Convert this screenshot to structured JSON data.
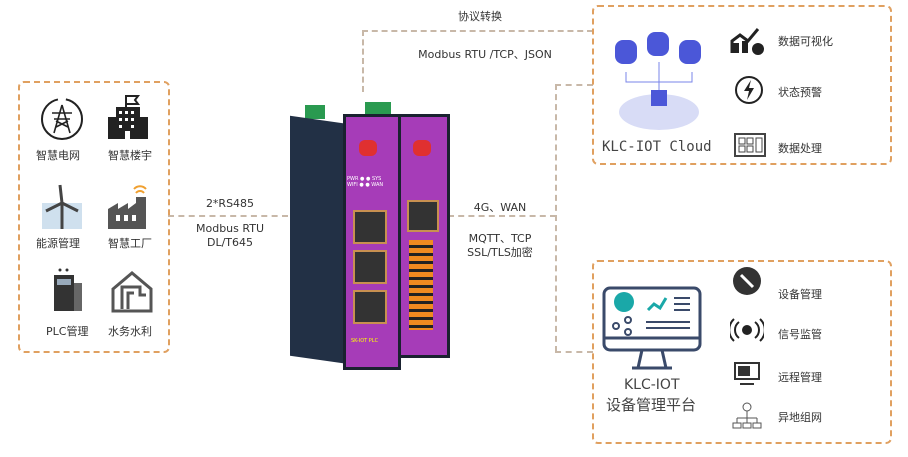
{
  "left_panel": {
    "items": [
      {
        "label": "智慧电网",
        "icon": "power-tower-icon"
      },
      {
        "label": "智慧楼宇",
        "icon": "building-icon"
      },
      {
        "label": "能源管理",
        "icon": "wind-turbine-icon"
      },
      {
        "label": "智慧工厂",
        "icon": "factory-icon"
      },
      {
        "label": "PLC管理",
        "icon": "plc-cabinet-icon"
      },
      {
        "label": "水务水利",
        "icon": "water-pipe-icon"
      }
    ]
  },
  "left_link": {
    "top": "2*RS485",
    "bottom1": "Modbus RTU",
    "bottom2": "DL/T645"
  },
  "top_link": {
    "title": "协议转换",
    "protocols": "Modbus RTU /TCP、JSON"
  },
  "right_link": {
    "top": "4G、WAN",
    "bottom1": "MQTT、TCP",
    "bottom2": "SSL/TLS加密"
  },
  "device": {
    "model_label": "SK-IOT PLC",
    "leds": [
      "PWR",
      "SYS",
      "WIFI",
      "WAN"
    ]
  },
  "cloud_panel": {
    "title": "KLC-IOT Cloud",
    "features": [
      {
        "label": "数据可视化",
        "icon": "chart-trend-icon"
      },
      {
        "label": "状态预警",
        "icon": "lightning-alert-icon"
      },
      {
        "label": "数据处理",
        "icon": "data-grid-icon"
      }
    ]
  },
  "platform_panel": {
    "title1": "KLC-IOT",
    "title2": "设备管理平台",
    "features": [
      {
        "label": "设备管理",
        "icon": "wrench-icon"
      },
      {
        "label": "信号监管",
        "icon": "signal-icon"
      },
      {
        "label": "远程管理",
        "icon": "remote-monitor-icon"
      },
      {
        "label": "异地组网",
        "icon": "network-topology-icon"
      }
    ]
  },
  "colors": {
    "accent": "#e0a060",
    "device": "#a63cb8",
    "cloud": "#4b57d8",
    "teal": "#1aa8a8"
  }
}
